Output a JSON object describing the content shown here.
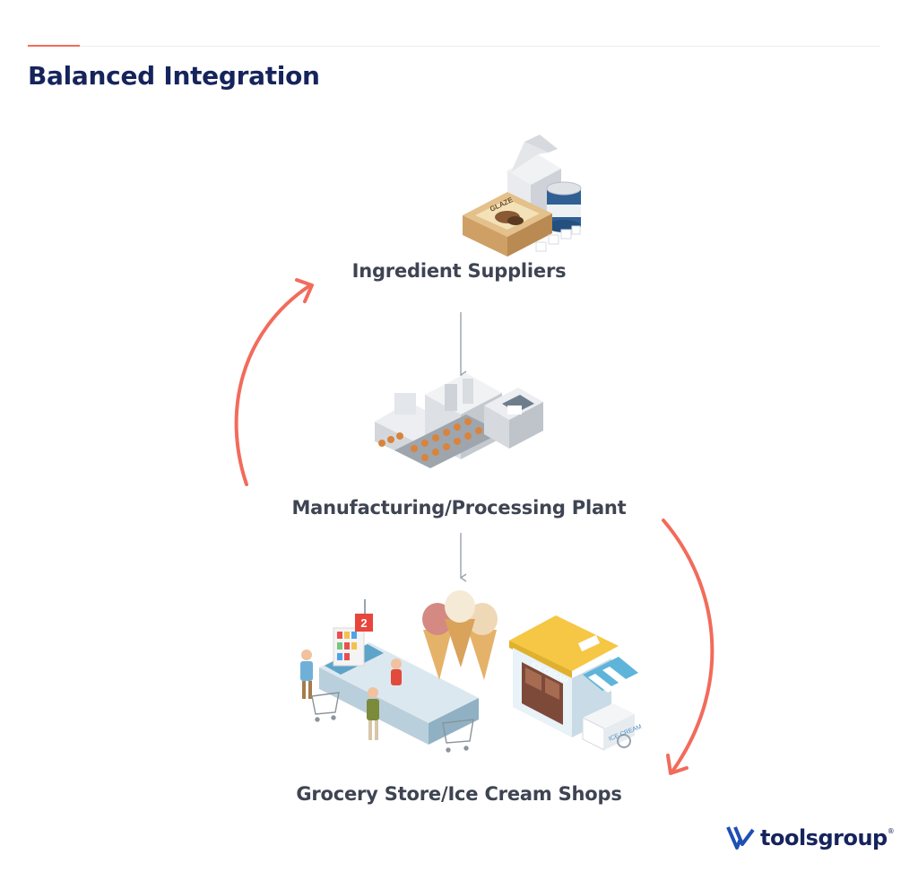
{
  "header": {
    "title": "Balanced Integration"
  },
  "stages": {
    "suppliers": {
      "label": "Ingredient Suppliers",
      "glaze_box_text": "GLAZE"
    },
    "plant": {
      "label": "Manufacturing/Processing Plant"
    },
    "retail": {
      "label": "Grocery Store/Ice Cream Shops",
      "shop_sign_text": "ICE CREAM",
      "cart_text": "ICE CREAM",
      "checkout_sign": "2"
    }
  },
  "logo": {
    "text": "toolsgroup",
    "reg_mark": "®"
  },
  "colors": {
    "title": "#16245c",
    "label": "#3e4452",
    "accent_arrow": "#f26b5b",
    "flow_arrow": "#9aa3ad"
  }
}
